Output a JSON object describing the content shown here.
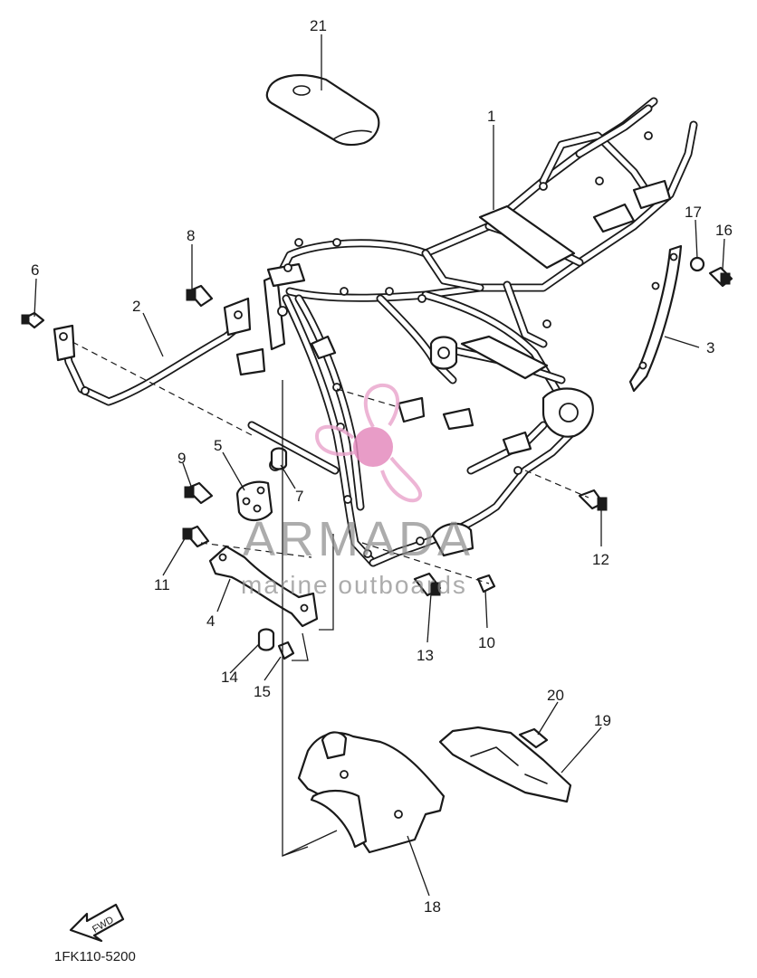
{
  "callouts": [
    {
      "id": "21",
      "label": "21"
    },
    {
      "id": "1",
      "label": "1"
    },
    {
      "id": "17",
      "label": "17"
    },
    {
      "id": "16",
      "label": "16"
    },
    {
      "id": "8",
      "label": "8"
    },
    {
      "id": "6",
      "label": "6"
    },
    {
      "id": "2",
      "label": "2"
    },
    {
      "id": "3",
      "label": "3"
    },
    {
      "id": "5",
      "label": "5"
    },
    {
      "id": "9",
      "label": "9"
    },
    {
      "id": "7",
      "label": "7"
    },
    {
      "id": "11",
      "label": "11"
    },
    {
      "id": "12",
      "label": "12"
    },
    {
      "id": "4",
      "label": "4"
    },
    {
      "id": "13",
      "label": "13"
    },
    {
      "id": "10",
      "label": "10"
    },
    {
      "id": "14",
      "label": "14"
    },
    {
      "id": "15",
      "label": "15"
    },
    {
      "id": "20",
      "label": "20"
    },
    {
      "id": "19",
      "label": "19"
    },
    {
      "id": "18",
      "label": "18"
    }
  ],
  "diagram_code": "1FK110-5200",
  "fwd_arrow_label": "FWD",
  "watermark": {
    "brand": "ARMADA",
    "tagline": "marine outboards"
  }
}
